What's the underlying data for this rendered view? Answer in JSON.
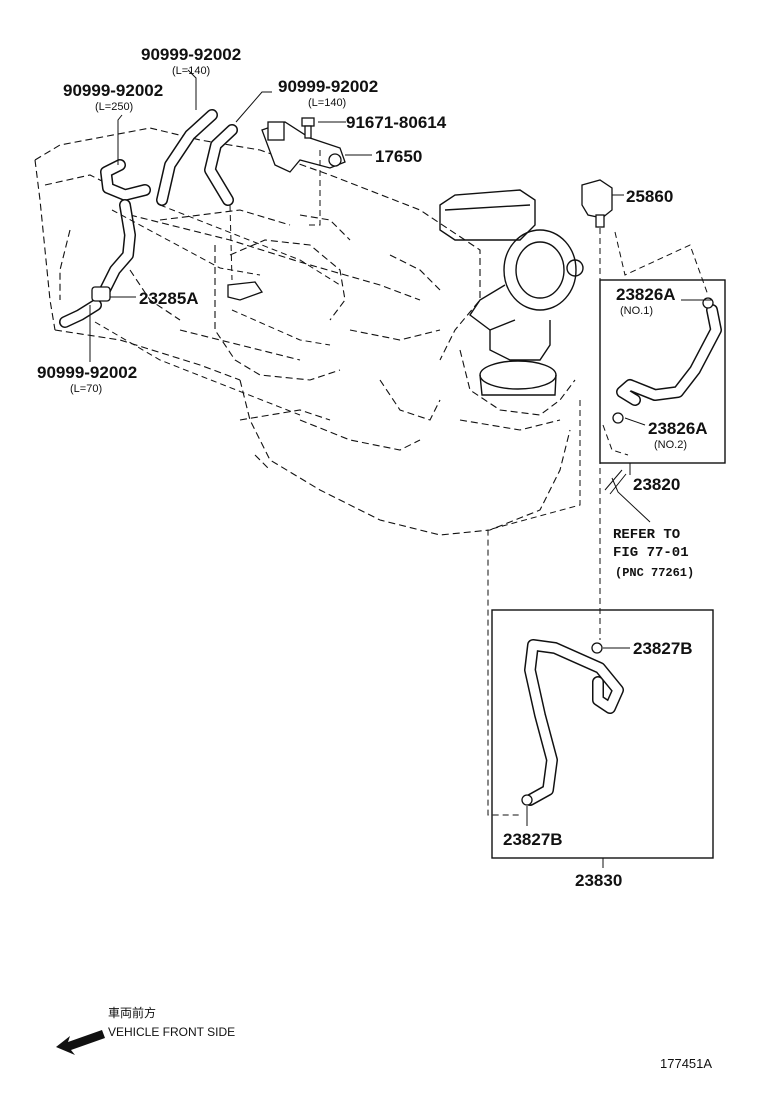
{
  "labels": {
    "hose_top_center": "90999-92002",
    "hose_top_center_len": "(L=140)",
    "hose_top_left": "90999-92002",
    "hose_top_left_len": "(L=250)",
    "hose_top_right": "90999-92002",
    "hose_top_right_len": "(L=140)",
    "bolt": "91671-80614",
    "vsv": "17650",
    "sensor": "25860",
    "filter": "23285A",
    "hose_bottom_left": "90999-92002",
    "hose_bottom_left_len": "(L=70)",
    "clamp_no1": "23826A",
    "clamp_no1_sub": "(NO.1)",
    "clamp_no2": "23826A",
    "clamp_no2_sub": "(NO.2)",
    "hose_assy_upper": "23820",
    "refer_line1": "REFER TO",
    "refer_line2": "FIG 77-01",
    "refer_line3": "(PNC 77261)",
    "clamp_b_upper": "23827B",
    "clamp_b_lower": "23827B",
    "hose_assy_lower": "23830",
    "front_jp": "車両前方",
    "front_en": "VEHICLE FRONT SIDE",
    "figure_id": "177451A"
  }
}
